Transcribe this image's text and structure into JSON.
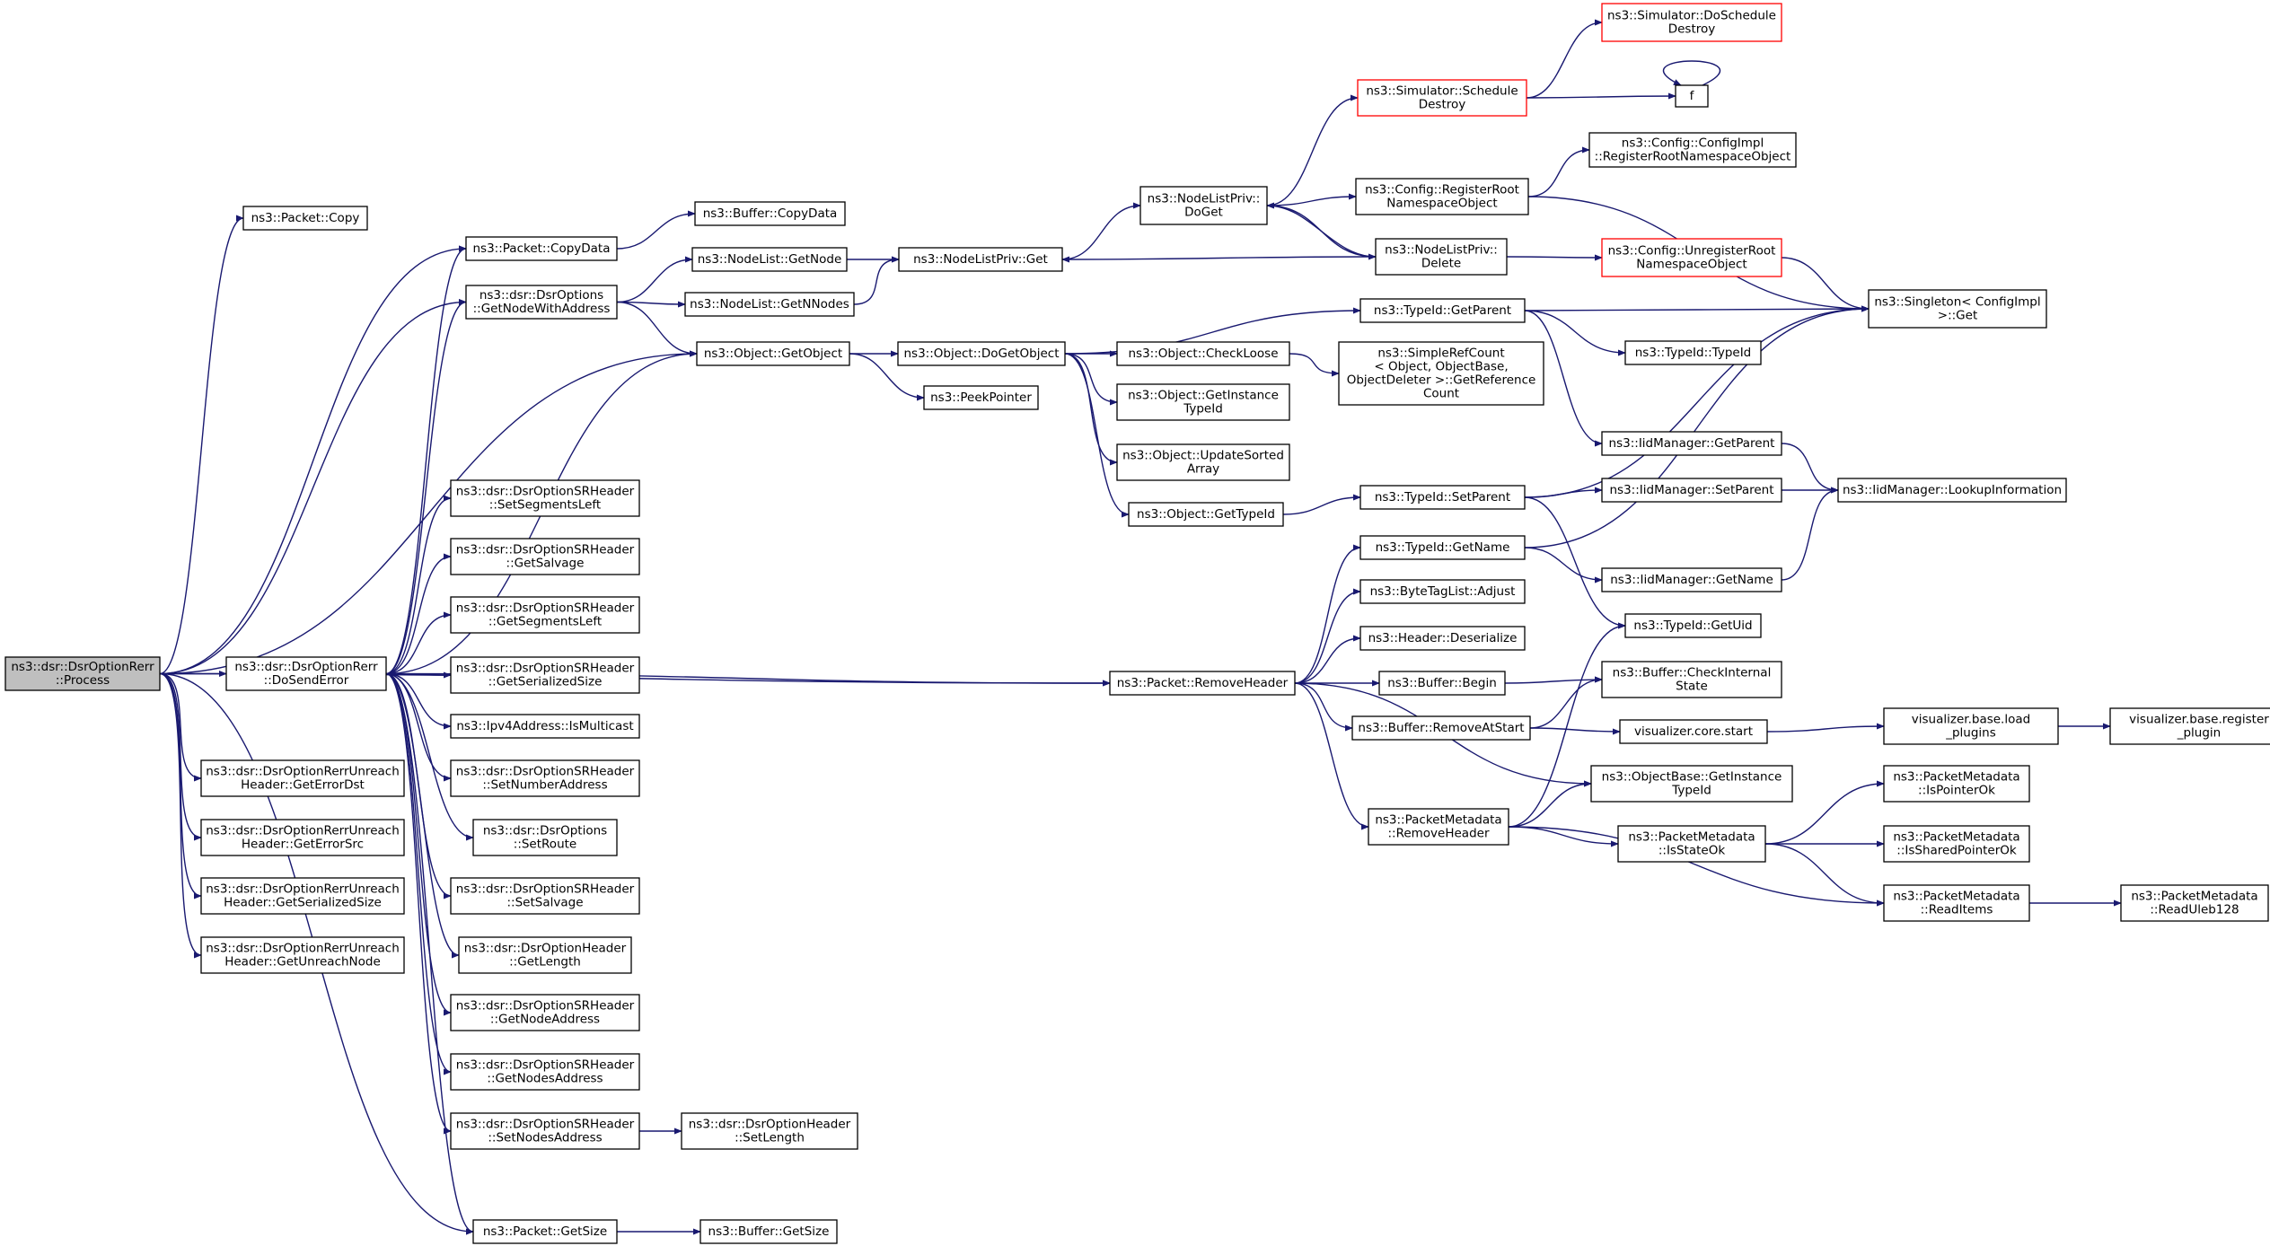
{
  "colors": {
    "edge": "#191970",
    "node_border": "#000000",
    "truncated_border": "#ff0000",
    "root_fill": "#bfbfbf"
  },
  "nodes": [
    {
      "id": "root",
      "lines": [
        "ns3::dsr::DsrOptionRerr",
        "::Process"
      ],
      "style": "root"
    },
    {
      "id": "packet_copy",
      "lines": [
        "ns3::Packet::Copy"
      ]
    },
    {
      "id": "packet_copydata",
      "lines": [
        "ns3::Packet::CopyData"
      ]
    },
    {
      "id": "buffer_copydata",
      "lines": [
        "ns3::Buffer::CopyData"
      ]
    },
    {
      "id": "getnodewithaddress",
      "lines": [
        "ns3::dsr::DsrOptions",
        "::GetNodeWithAddress"
      ]
    },
    {
      "id": "nodelist_getnode",
      "lines": [
        "ns3::NodeList::GetNode"
      ]
    },
    {
      "id": "nodelist_getnnodes",
      "lines": [
        "ns3::NodeList::GetNNodes"
      ]
    },
    {
      "id": "nodelistpriv_get",
      "lines": [
        "ns3::NodeListPriv::Get"
      ]
    },
    {
      "id": "object_getobject",
      "lines": [
        "ns3::Object::GetObject"
      ]
    },
    {
      "id": "object_dogetobject",
      "lines": [
        "ns3::Object::DoGetObject"
      ]
    },
    {
      "id": "peekpointer",
      "lines": [
        "ns3::PeekPointer"
      ]
    },
    {
      "id": "nodelistpriv_doget",
      "lines": [
        "ns3::NodeListPriv::",
        "DoGet"
      ]
    },
    {
      "id": "sim_scheduledestroy",
      "lines": [
        "ns3::Simulator::Schedule",
        "Destroy"
      ],
      "style": "red"
    },
    {
      "id": "sim_doscheduledestroy",
      "lines": [
        "ns3::Simulator::DoSchedule",
        "Destroy"
      ],
      "style": "red"
    },
    {
      "id": "f",
      "lines": [
        "f"
      ]
    },
    {
      "id": "config_registerroot",
      "lines": [
        "ns3::Config::RegisterRoot",
        "NamespaceObject"
      ]
    },
    {
      "id": "configimpl_register",
      "lines": [
        "ns3::Config::ConfigImpl",
        "::RegisterRootNamespaceObject"
      ]
    },
    {
      "id": "nodelistpriv_delete",
      "lines": [
        "ns3::NodeListPriv::",
        "Delete"
      ]
    },
    {
      "id": "config_unregister",
      "lines": [
        "ns3::Config::UnregisterRoot",
        "NamespaceObject"
      ],
      "style": "red"
    },
    {
      "id": "singleton_get",
      "lines": [
        "ns3::Singleton< ConfigImpl",
        ">::Get"
      ]
    },
    {
      "id": "typeid_getparent",
      "lines": [
        "ns3::TypeId::GetParent"
      ]
    },
    {
      "id": "typeid_typeid",
      "lines": [
        "ns3::TypeId::TypeId"
      ]
    },
    {
      "id": "object_checkloose",
      "lines": [
        "ns3::Object::CheckLoose"
      ]
    },
    {
      "id": "simplerefcount",
      "lines": [
        "ns3::SimpleRefCount",
        "< Object, ObjectBase,",
        "ObjectDeleter >::GetReference",
        "Count"
      ]
    },
    {
      "id": "object_getinstancetypeid",
      "lines": [
        "ns3::Object::GetInstance",
        "TypeId"
      ]
    },
    {
      "id": "object_updatesorted",
      "lines": [
        "ns3::Object::UpdateSorted",
        "Array"
      ]
    },
    {
      "id": "object_gettypeid",
      "lines": [
        "ns3::Object::GetTypeId"
      ]
    },
    {
      "id": "iidmanager_getparent",
      "lines": [
        "ns3::IidManager::GetParent"
      ]
    },
    {
      "id": "typeid_setparent",
      "lines": [
        "ns3::TypeId::SetParent"
      ]
    },
    {
      "id": "iidmanager_setparent",
      "lines": [
        "ns3::IidManager::SetParent"
      ]
    },
    {
      "id": "iidmanager_lookup",
      "lines": [
        "ns3::IidManager::LookupInformation"
      ]
    },
    {
      "id": "typeid_getname",
      "lines": [
        "ns3::TypeId::GetName"
      ]
    },
    {
      "id": "iidmanager_getname",
      "lines": [
        "ns3::IidManager::GetName"
      ]
    },
    {
      "id": "bytetaglist_adjust",
      "lines": [
        "ns3::ByteTagList::Adjust"
      ]
    },
    {
      "id": "typeid_getuid",
      "lines": [
        "ns3::TypeId::GetUid"
      ]
    },
    {
      "id": "header_deserialize",
      "lines": [
        "ns3::Header::Deserialize"
      ]
    },
    {
      "id": "packet_removeheader",
      "lines": [
        "ns3::Packet::RemoveHeader"
      ]
    },
    {
      "id": "buffer_begin",
      "lines": [
        "ns3::Buffer::Begin"
      ]
    },
    {
      "id": "buffer_checkinternal",
      "lines": [
        "ns3::Buffer::CheckInternal",
        "State"
      ]
    },
    {
      "id": "buffer_removeatstart",
      "lines": [
        "ns3::Buffer::RemoveAtStart"
      ]
    },
    {
      "id": "viz_core_start",
      "lines": [
        "visualizer.core.start"
      ]
    },
    {
      "id": "viz_base_load",
      "lines": [
        "visualizer.base.load",
        "_plugins"
      ]
    },
    {
      "id": "viz_base_register",
      "lines": [
        "visualizer.base.register",
        "_plugin"
      ]
    },
    {
      "id": "objectbase_getinstancetypeid",
      "lines": [
        "ns3::ObjectBase::GetInstance",
        "TypeId"
      ]
    },
    {
      "id": "pm_removeheader",
      "lines": [
        "ns3::PacketMetadata",
        "::RemoveHeader"
      ]
    },
    {
      "id": "pm_isstateok",
      "lines": [
        "ns3::PacketMetadata",
        "::IsStateOk"
      ]
    },
    {
      "id": "pm_ispointerok",
      "lines": [
        "ns3::PacketMetadata",
        "::IsPointerOk"
      ]
    },
    {
      "id": "pm_issharedpointerok",
      "lines": [
        "ns3::PacketMetadata",
        "::IsSharedPointerOk"
      ]
    },
    {
      "id": "pm_readitems",
      "lines": [
        "ns3::PacketMetadata",
        "::ReadItems"
      ]
    },
    {
      "id": "pm_readuleb128",
      "lines": [
        "ns3::PacketMetadata",
        "::ReadUleb128"
      ]
    },
    {
      "id": "rerr_dosenderror",
      "lines": [
        "ns3::dsr::DsrOptionRerr",
        "::DoSendError"
      ]
    },
    {
      "id": "sr_setsegmentsleft",
      "lines": [
        "ns3::dsr::DsrOptionSRHeader",
        "::SetSegmentsLeft"
      ]
    },
    {
      "id": "sr_getsalvage",
      "lines": [
        "ns3::dsr::DsrOptionSRHeader",
        "::GetSalvage"
      ]
    },
    {
      "id": "sr_getsegmentsleft",
      "lines": [
        "ns3::dsr::DsrOptionSRHeader",
        "::GetSegmentsLeft"
      ]
    },
    {
      "id": "sr_getserializedsize",
      "lines": [
        "ns3::dsr::DsrOptionSRHeader",
        "::GetSerializedSize"
      ]
    },
    {
      "id": "ipv4_ismulticast",
      "lines": [
        "ns3::Ipv4Address::IsMulticast"
      ]
    },
    {
      "id": "sr_setnumberaddress",
      "lines": [
        "ns3::dsr::DsrOptionSRHeader",
        "::SetNumberAddress"
      ]
    },
    {
      "id": "options_setroute",
      "lines": [
        "ns3::dsr::DsrOptions",
        "::SetRoute"
      ]
    },
    {
      "id": "sr_setsalvage",
      "lines": [
        "ns3::dsr::DsrOptionSRHeader",
        "::SetSalvage"
      ]
    },
    {
      "id": "header_getlength",
      "lines": [
        "ns3::dsr::DsrOptionHeader",
        "::GetLength"
      ]
    },
    {
      "id": "sr_getnodeaddress",
      "lines": [
        "ns3::dsr::DsrOptionSRHeader",
        "::GetNodeAddress"
      ]
    },
    {
      "id": "sr_getnodesaddress",
      "lines": [
        "ns3::dsr::DsrOptionSRHeader",
        "::GetNodesAddress"
      ]
    },
    {
      "id": "sr_setnodesaddress",
      "lines": [
        "ns3::dsr::DsrOptionSRHeader",
        "::SetNodesAddress"
      ]
    },
    {
      "id": "header_setlength",
      "lines": [
        "ns3::dsr::DsrOptionHeader",
        "::SetLength"
      ]
    },
    {
      "id": "packet_getsize",
      "lines": [
        "ns3::Packet::GetSize"
      ]
    },
    {
      "id": "buffer_getsize",
      "lines": [
        "ns3::Buffer::GetSize"
      ]
    },
    {
      "id": "unreach_geterrordst",
      "lines": [
        "ns3::dsr::DsrOptionRerrUnreach",
        "Header::GetErrorDst"
      ]
    },
    {
      "id": "unreach_geterrorsrc",
      "lines": [
        "ns3::dsr::DsrOptionRerrUnreach",
        "Header::GetErrorSrc"
      ]
    },
    {
      "id": "unreach_getserializedsize",
      "lines": [
        "ns3::dsr::DsrOptionRerrUnreach",
        "Header::GetSerializedSize"
      ]
    },
    {
      "id": "unreach_getunreachnode",
      "lines": [
        "ns3::dsr::DsrOptionRerrUnreach",
        "Header::GetUnreachNode"
      ]
    }
  ]
}
